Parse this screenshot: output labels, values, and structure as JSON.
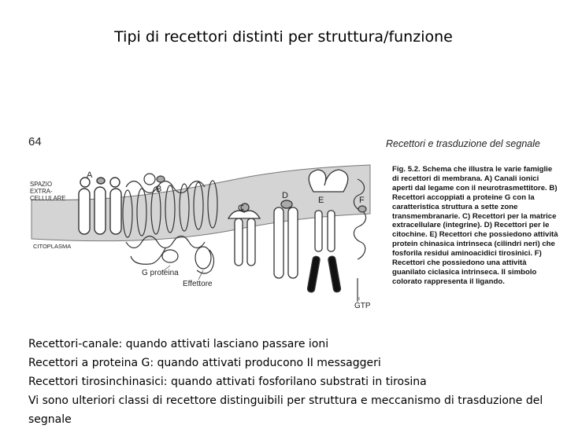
{
  "slide": {
    "title": "Tipi di recettori distinti per struttura/funzione"
  },
  "scan": {
    "page_number": "64",
    "running_head": "Recettori e trasduzione del segnale",
    "figure_labels": {
      "A": "A",
      "B": "B",
      "C": "C",
      "D": "D",
      "E": "E",
      "F": "F",
      "extracellular": "SPAZIO EXTRA-CELLULARE",
      "cytoplasm": "CITOPLASMA",
      "g_protein": "G proteina",
      "effector": "Effettore",
      "gtp": "GTP"
    },
    "caption": {
      "figure_no": "Fig. 5.2.",
      "text": "Schema che illustra le varie famiglie di recettori di membrana. A) Canali ionici aperti dal legame con il neurotrasmettitore. B) Recettori accoppiati a proteine G con la caratteristica struttura a sette zone transmembranarie. C) Recettori per la matrice extracellulare (integrine). D) Recettori per le citochine. E) Recettori che possiedono attività protein chinasica intrinseca (cilindri neri) che fosforila residui aminoacidici tirosinici. F) Recettori che possiedono una attività guanilato ciclasica intrinseca. Il simbolo colorato rappresenta il ligando."
    }
  },
  "bullets": [
    "Recettori-canale: quando attivati lasciano passare ioni",
    "Recettori a proteina G: quando attivati producono II messaggeri",
    "Recettori tirosinchinasici: quando attivati fosforilano substrati in tirosina",
    "Vi sono ulteriori classi di recettore distinguibili per struttura e meccanismo di trasduzione del segnale"
  ]
}
